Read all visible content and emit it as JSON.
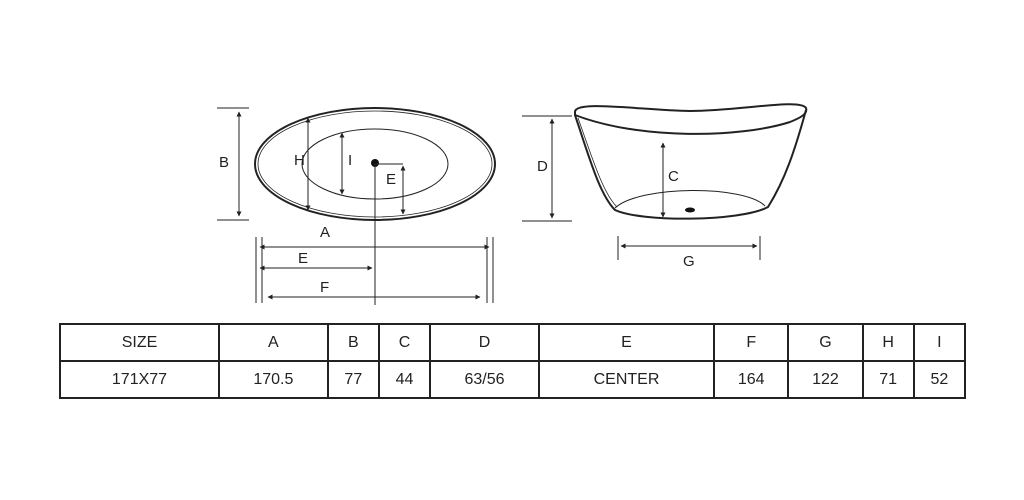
{
  "diagram": {
    "top_view_labels": {
      "A": "A",
      "B": "B",
      "E_inner": "E",
      "E_bottom": "E",
      "F": "F",
      "H": "H",
      "I": "I"
    },
    "side_view_labels": {
      "C": "C",
      "D": "D",
      "G": "G"
    }
  },
  "table": {
    "headers": [
      "SIZE",
      "A",
      "B",
      "C",
      "D",
      "E",
      "F",
      "G",
      "H",
      "I"
    ],
    "rows": [
      [
        "171X77",
        "170.5",
        "77",
        "44",
        "63/56",
        "CENTER",
        "164",
        "122",
        "71",
        "52"
      ]
    ]
  }
}
